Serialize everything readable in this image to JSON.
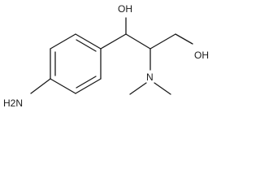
{
  "molecule": {
    "labels": {
      "amine": "H2N",
      "hydroxyl_upper": "OH",
      "hydroxyl_right": "OH",
      "nitrogen": "N"
    }
  }
}
